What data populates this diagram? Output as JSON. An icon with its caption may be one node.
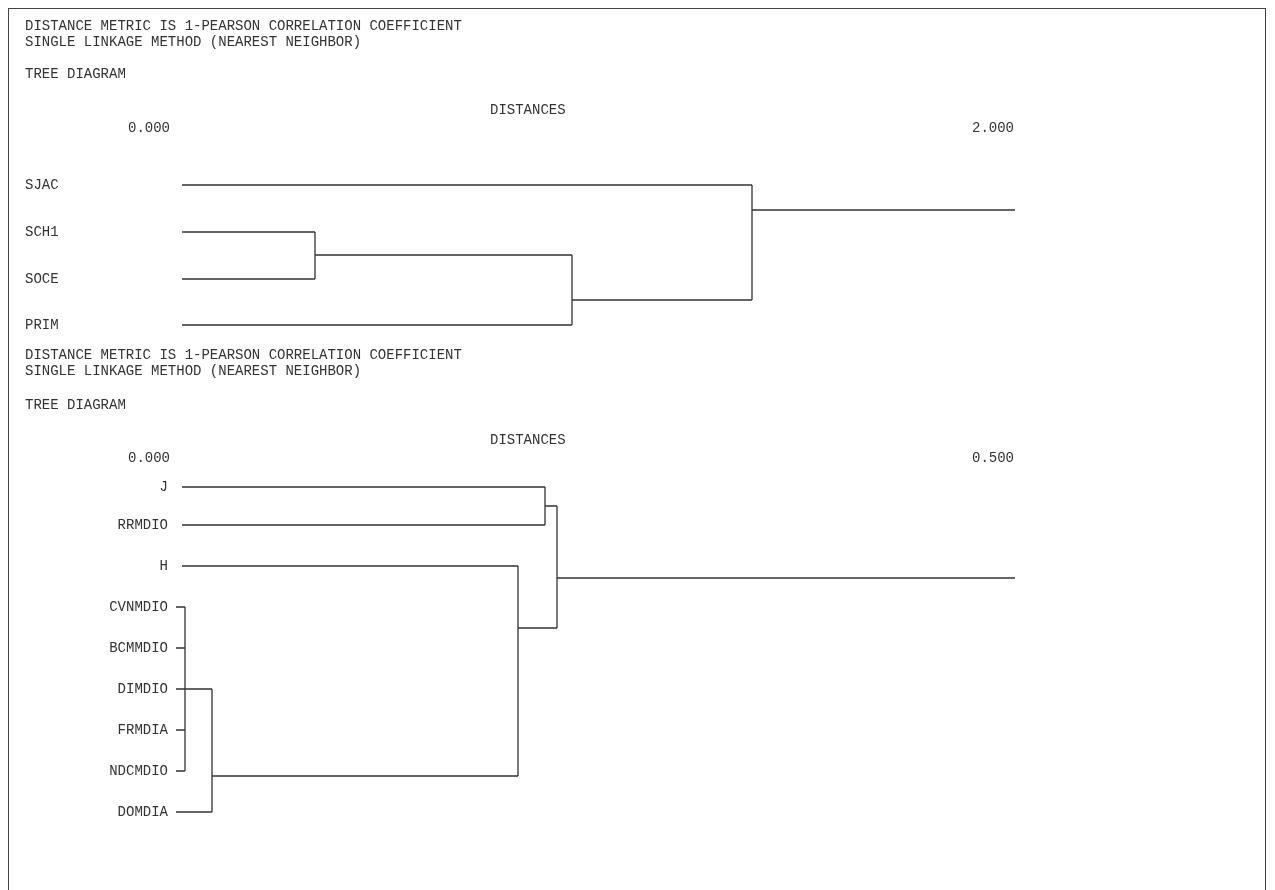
{
  "diagram": {
    "labels": [
      "DISTANCE METRIC IS 1-PEARSON CORRELATION COEFFICIENT",
      "SINGLE LINKAGE METHOD (NEAREST NEIGHBOR)",
      "TREE DIAGRAM",
      "DISTANCES",
      "0.000",
      "2.000",
      "SJAC",
      "SCH1",
      "SOCE",
      "PRIM",
      "DISTANCE METRIC IS 1-PEARSON CORRELATION COEFFICIENT",
      "SINGLE LINKAGE METHOD (NEAREST NEIGHBOR)",
      "TREE DIAGRAM",
      "DISTANCES",
      "0.000",
      "0.500",
      "J",
      "RRMDIO",
      "H",
      "CVNMDIO",
      "BCMMDIO",
      "DIMDIO",
      "FRMDIA",
      "NDCMDIO",
      "DOMDIA"
    ]
  }
}
